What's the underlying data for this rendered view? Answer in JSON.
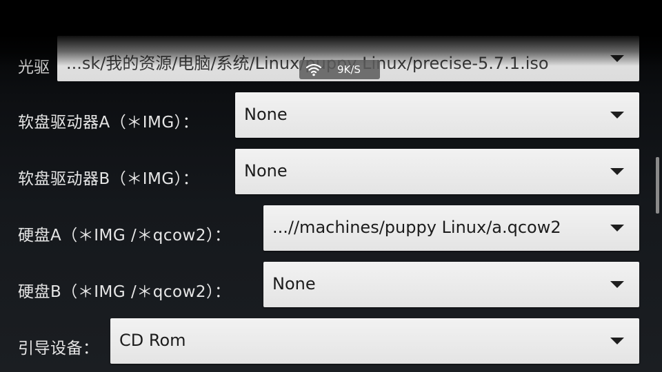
{
  "status_overlay": {
    "network_speed": "9K/S",
    "wifi_icon": "wifi-icon"
  },
  "form": {
    "cdrom": {
      "label": "光驱",
      "value": "...sk/我的资源/电脑/系统/Linux/puppy Linux/precise-5.7.1.iso"
    },
    "floppy_a": {
      "label": "软盘驱动器A（＊IMG）：",
      "value": "None"
    },
    "floppy_b": {
      "label": "软盘驱动器B（＊IMG）：",
      "value": "None"
    },
    "hdd_a": {
      "label": "硬盘A（＊IMG /＊qcow2）：",
      "value": "...//machines/puppy Linux/a.qcow2"
    },
    "hdd_b": {
      "label": "硬盘B（＊IMG /＊qcow2）：",
      "value": "None"
    },
    "boot_device": {
      "label": "引导设备：",
      "value": "CD Rom"
    }
  },
  "colors": {
    "background": "#15181c",
    "dropdown": "#ececec",
    "dropdown_text": "#1c1c1c",
    "label_text": "#e6e6e6"
  }
}
